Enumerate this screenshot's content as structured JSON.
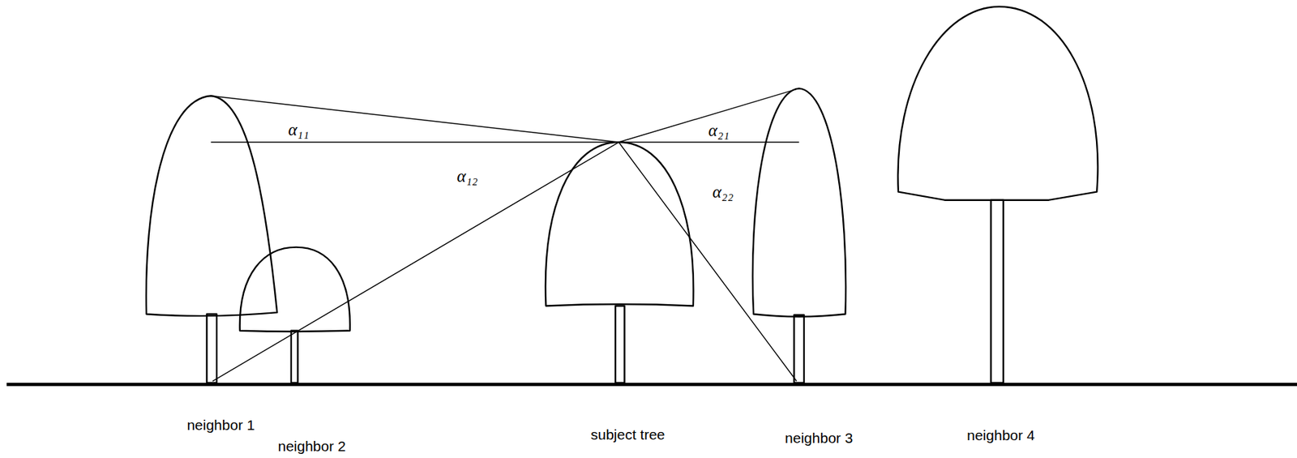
{
  "diagram": {
    "labels": [
      "α₁₁",
      "α₁₂",
      "α₂₁",
      "α₂₂",
      "neighbor 1",
      "neighbor 2",
      "subject tree",
      "neighbor 3",
      "neighbor 4"
    ]
  }
}
